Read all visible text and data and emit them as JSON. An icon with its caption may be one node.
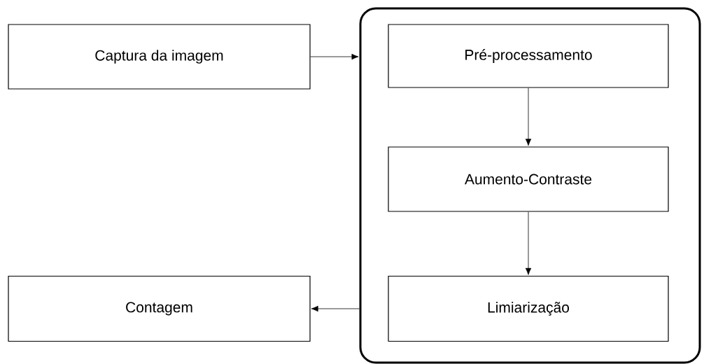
{
  "diagram": {
    "nodes": [
      {
        "text": [
          "Captura da imagem"
        ]
      },
      {
        "text": [],
        "shape": "box"
      },
      {
        "text": [
          "Pré-processamento"
        ],
        "in": 1
      },
      {
        "text": [
          "Aumento-Contraste"
        ],
        "in": 1
      },
      {
        "text": [
          "Limiarização"
        ],
        "in": 1
      },
      {
        "text": [
          "Contagem"
        ]
      }
    ],
    "edges": [
      {
        "from": 0,
        "to": 1,
        "arrow": "to"
      },
      {
        "from": 2,
        "to": 3,
        "arrow": "to"
      },
      {
        "from": 3,
        "to": 4,
        "arrow": "to"
      },
      {
        "from": 1,
        "to": 5,
        "arrow": "to"
      }
    ]
  }
}
